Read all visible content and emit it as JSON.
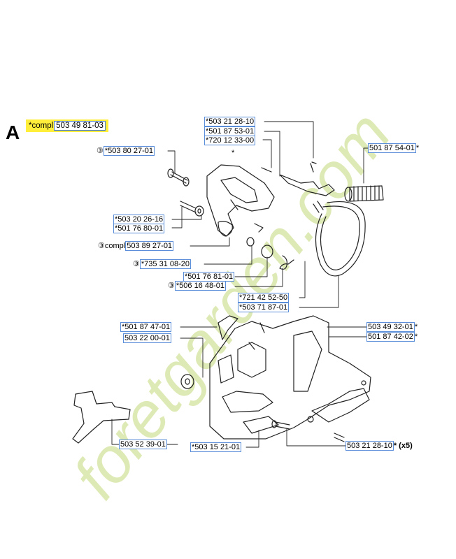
{
  "section_letter": "A",
  "assembly": {
    "prefix": "*compl",
    "part_number": "503 49 81-03",
    "highlight": "#ffef3a"
  },
  "watermark": {
    "text": "foretgarden.com",
    "color": "#d8e6a8",
    "accent_color": "#f4c58a"
  },
  "callout_border_color": "#5b8ed8",
  "labels": [
    {
      "prefix": "",
      "pn": "503 21 28-10",
      "before_star": true,
      "after_star": false,
      "suffix": ""
    },
    {
      "prefix": "",
      "pn": "501 87 53-01",
      "before_star": true,
      "after_star": false,
      "suffix": ""
    },
    {
      "prefix": "",
      "pn": "720 12 33-00",
      "before_star": true,
      "after_star": false,
      "suffix": ""
    },
    {
      "prefix": "",
      "pn": "501 87 54-01",
      "before_star": false,
      "after_star": true,
      "suffix": ""
    },
    {
      "prefix": "③",
      "pn": "503 80 27-01",
      "before_star": true,
      "after_star": false,
      "suffix": ""
    },
    {
      "prefix": "",
      "pn": "503 20 26-16",
      "before_star": true,
      "after_star": false,
      "suffix": ""
    },
    {
      "prefix": "",
      "pn": "501 76 80-01",
      "before_star": true,
      "after_star": false,
      "suffix": ""
    },
    {
      "prefix": "③compl",
      "pn": "503 89 27-01",
      "before_star": false,
      "after_star": false,
      "suffix": ""
    },
    {
      "prefix": "③",
      "pn": "735 31 08-20",
      "before_star": true,
      "after_star": false,
      "suffix": ""
    },
    {
      "prefix": "",
      "pn": "501 76 81-01",
      "before_star": true,
      "after_star": false,
      "suffix": ""
    },
    {
      "prefix": "③",
      "pn": "506 16 48-01",
      "before_star": true,
      "after_star": false,
      "suffix": ""
    },
    {
      "prefix": "",
      "pn": "721 42 52-50",
      "before_star": true,
      "after_star": false,
      "suffix": ""
    },
    {
      "prefix": "",
      "pn": "503 71 87-01",
      "before_star": true,
      "after_star": false,
      "suffix": ""
    },
    {
      "prefix": "",
      "pn": "501 87 47-01",
      "before_star": true,
      "after_star": false,
      "suffix": ""
    },
    {
      "prefix": "",
      "pn": "503 22 00-01",
      "before_star": false,
      "after_star": false,
      "suffix": ""
    },
    {
      "prefix": "",
      "pn": "503 49 32-01",
      "before_star": false,
      "after_star": true,
      "suffix": ""
    },
    {
      "prefix": "",
      "pn": "501 87 42-02",
      "before_star": false,
      "after_star": true,
      "suffix": ""
    },
    {
      "prefix": "",
      "pn": "503 52 39-01",
      "before_star": false,
      "after_star": false,
      "suffix": ""
    },
    {
      "prefix": "",
      "pn": "503 15 21-01",
      "before_star": true,
      "after_star": false,
      "suffix": ""
    },
    {
      "prefix": "",
      "pn": "503 21 28-10",
      "before_star": false,
      "after_star": true,
      "suffix": " (x5)"
    }
  ],
  "handle_star": "*"
}
